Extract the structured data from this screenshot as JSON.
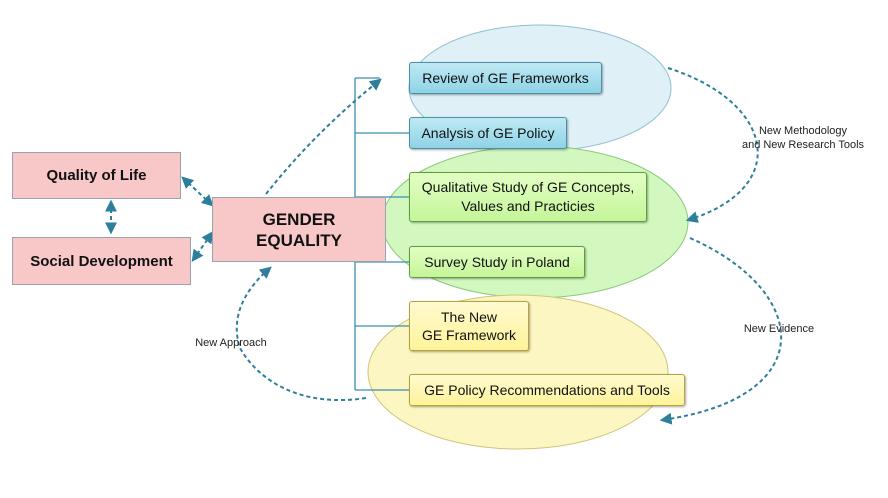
{
  "nodes": {
    "quality_of_life": "Quality of Life",
    "social_development": "Social Development",
    "gender_equality_line1": "GENDER",
    "gender_equality_line2": "EQUALITY",
    "review_frameworks": "Review of GE Frameworks",
    "analysis_policy": "Analysis of GE Policy",
    "qualitative_line1": "Qualitative Study of GE Concepts,",
    "qualitative_line2": "Values and Practicies",
    "survey_study": "Survey Study in Poland",
    "new_framework_line1": "The New",
    "new_framework_line2": "GE Framework",
    "policy_recommendations": "GE Policy Recommendations and Tools"
  },
  "edge_labels": {
    "new_methodology_line1": "New Methodology",
    "new_methodology_line2": "and New Research Tools",
    "new_evidence": "New Evidence",
    "new_approach": "New Approach"
  },
  "colors": {
    "teal_arrow": "#2e7f9c",
    "connector": "#3a8fb0",
    "blue_ellipse": "#dff1f7",
    "green_ellipse": "#d2f8c0",
    "yellow_ellipse": "#fbf6c2"
  }
}
